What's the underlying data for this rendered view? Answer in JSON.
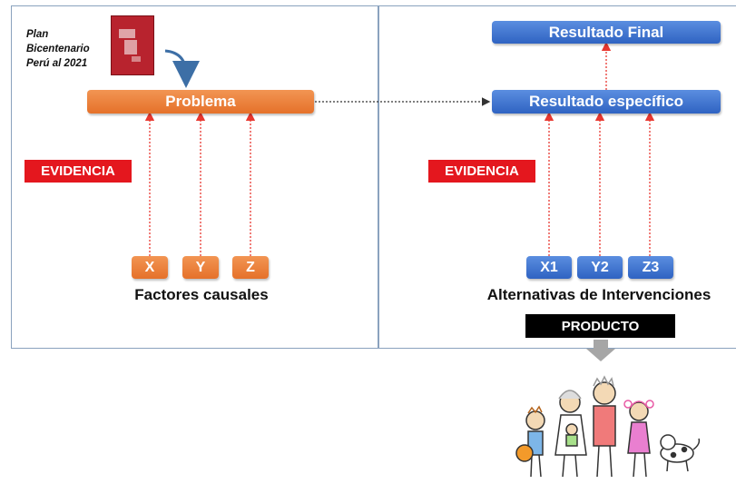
{
  "plan": {
    "lines": [
      "Plan",
      "Bicentenario",
      "Perú al 2021"
    ]
  },
  "left": {
    "problema": "Problema",
    "evidencia": "EVIDENCIA",
    "factors": [
      "X",
      "Y",
      "Z"
    ],
    "caption": "Factores causales"
  },
  "right": {
    "resultado_final": "Resultado Final",
    "resultado_especifico": "Resultado específico",
    "evidencia": "EVIDENCIA",
    "alternatives": [
      "X1",
      "Y2",
      "Z3"
    ],
    "caption": "Alternativas de Intervenciones",
    "producto": "PRODUCTO"
  },
  "colors": {
    "orange": "#ec8036",
    "blue": "#3a6fd0",
    "evidence_red": "#e4171e",
    "arrow_red": "#e8372f",
    "frame": "#8aa2be"
  },
  "icons": [
    "book-cover-icon",
    "curved-arrow-icon",
    "down-arrow-icon",
    "family-illustration-icon"
  ]
}
